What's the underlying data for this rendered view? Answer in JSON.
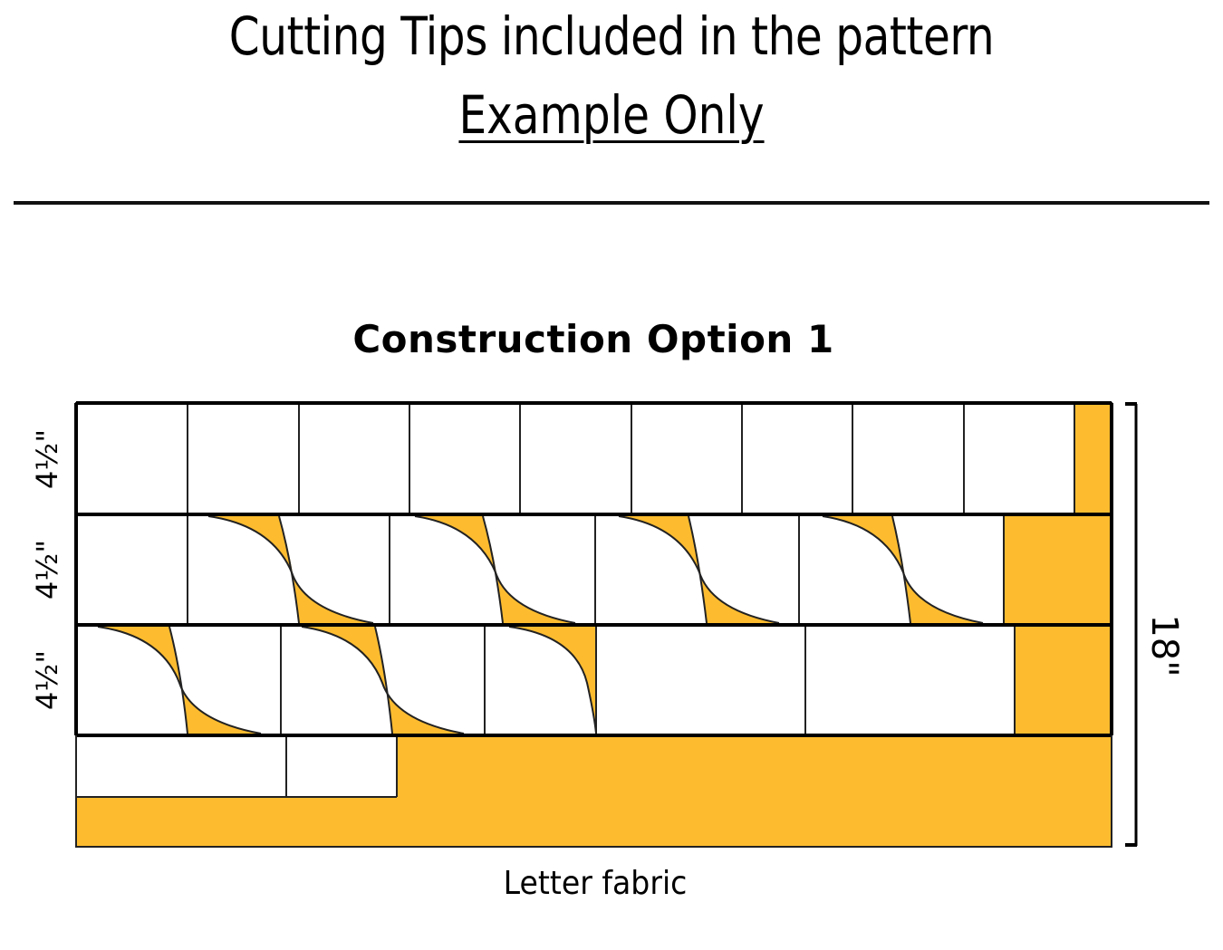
{
  "header": {
    "title": "Cutting Tips included in the pattern",
    "subtitle": "Example Only"
  },
  "diagram": {
    "heading": "Construction Option 1",
    "caption": "Letter fabric",
    "row_labels": [
      "4½\"",
      "4½\"",
      "4½\""
    ],
    "height_label": "18\"",
    "colors": {
      "accent": "#FDBC2F",
      "background": "#FFFFFF",
      "outline": "#000000"
    },
    "rows": [
      {
        "name": "row-1",
        "blocks": "9 white squares + yellow strip"
      },
      {
        "name": "row-2",
        "blocks": "1 white square + 4 curved drunkard's-path pairs + yellow block"
      },
      {
        "name": "row-3",
        "blocks": "2 curved pairs + 1 curved block + 2 white rectangles + yellow block"
      },
      {
        "name": "row-4",
        "blocks": "2 white rectangles on yellow background"
      }
    ]
  }
}
